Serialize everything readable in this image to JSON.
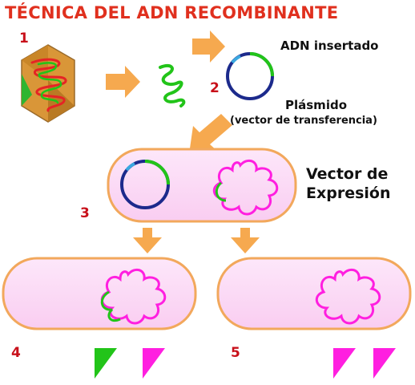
{
  "title": "TÉCNICA DEL ADN RECOMBINANTE",
  "steps": [
    "1",
    "2",
    "3",
    "4",
    "5"
  ],
  "labels": {
    "adn_insertado": "ADN insertado",
    "plasmido": "Plásmido",
    "vector_transferencia": "(vector de transferencia)",
    "vector_expresion_1": "Vector de",
    "vector_expresion_2": "Expresión"
  },
  "colors": {
    "title": "#e0301e",
    "step_number": "#c8101a",
    "arrow": "#f6a94f",
    "cell_fill": "#fcdcf7",
    "cell_border": "#f2a85c",
    "virus_face": "#dc9a3c",
    "dna_green": "#22c419",
    "dna_red": "#e52425",
    "plasmid_blue": "#1c2a8c",
    "plasmid_cyan": "#3aa8e0",
    "protein_magenta": "#ff1fe0"
  },
  "icons": [
    "virus-icon",
    "dna-fragment-icon",
    "plasmid-icon",
    "bacterial-chromosome-icon",
    "protein-triangle-icon"
  ]
}
